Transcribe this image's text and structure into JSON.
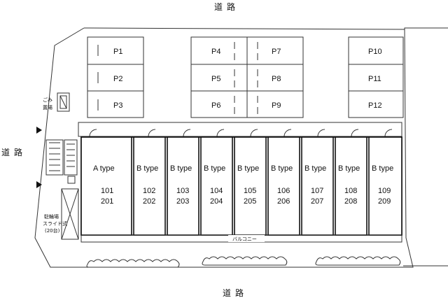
{
  "roads": {
    "top": "道路",
    "left": "道路",
    "bottom": "道路"
  },
  "garbage": {
    "line1": "ごみ",
    "line2": "置場"
  },
  "bicycle": {
    "line1": "駐輪場",
    "line2": "スライド式",
    "line3": "(20台)"
  },
  "balcony_label": "バルコニー",
  "parking": [
    "P1",
    "P2",
    "P3",
    "P4",
    "P5",
    "P6",
    "P7",
    "P8",
    "P9",
    "P10",
    "P11",
    "P12"
  ],
  "units": [
    {
      "type": "A type",
      "lower": "101",
      "upper": "201"
    },
    {
      "type": "B type",
      "lower": "102",
      "upper": "202"
    },
    {
      "type": "B type",
      "lower": "103",
      "upper": "203"
    },
    {
      "type": "B type",
      "lower": "104",
      "upper": "204"
    },
    {
      "type": "B type",
      "lower": "105",
      "upper": "205"
    },
    {
      "type": "B type",
      "lower": "106",
      "upper": "206"
    },
    {
      "type": "B type",
      "lower": "107",
      "upper": "207"
    },
    {
      "type": "B type",
      "lower": "108",
      "upper": "208"
    },
    {
      "type": "B type",
      "lower": "109",
      "upper": "209"
    }
  ]
}
